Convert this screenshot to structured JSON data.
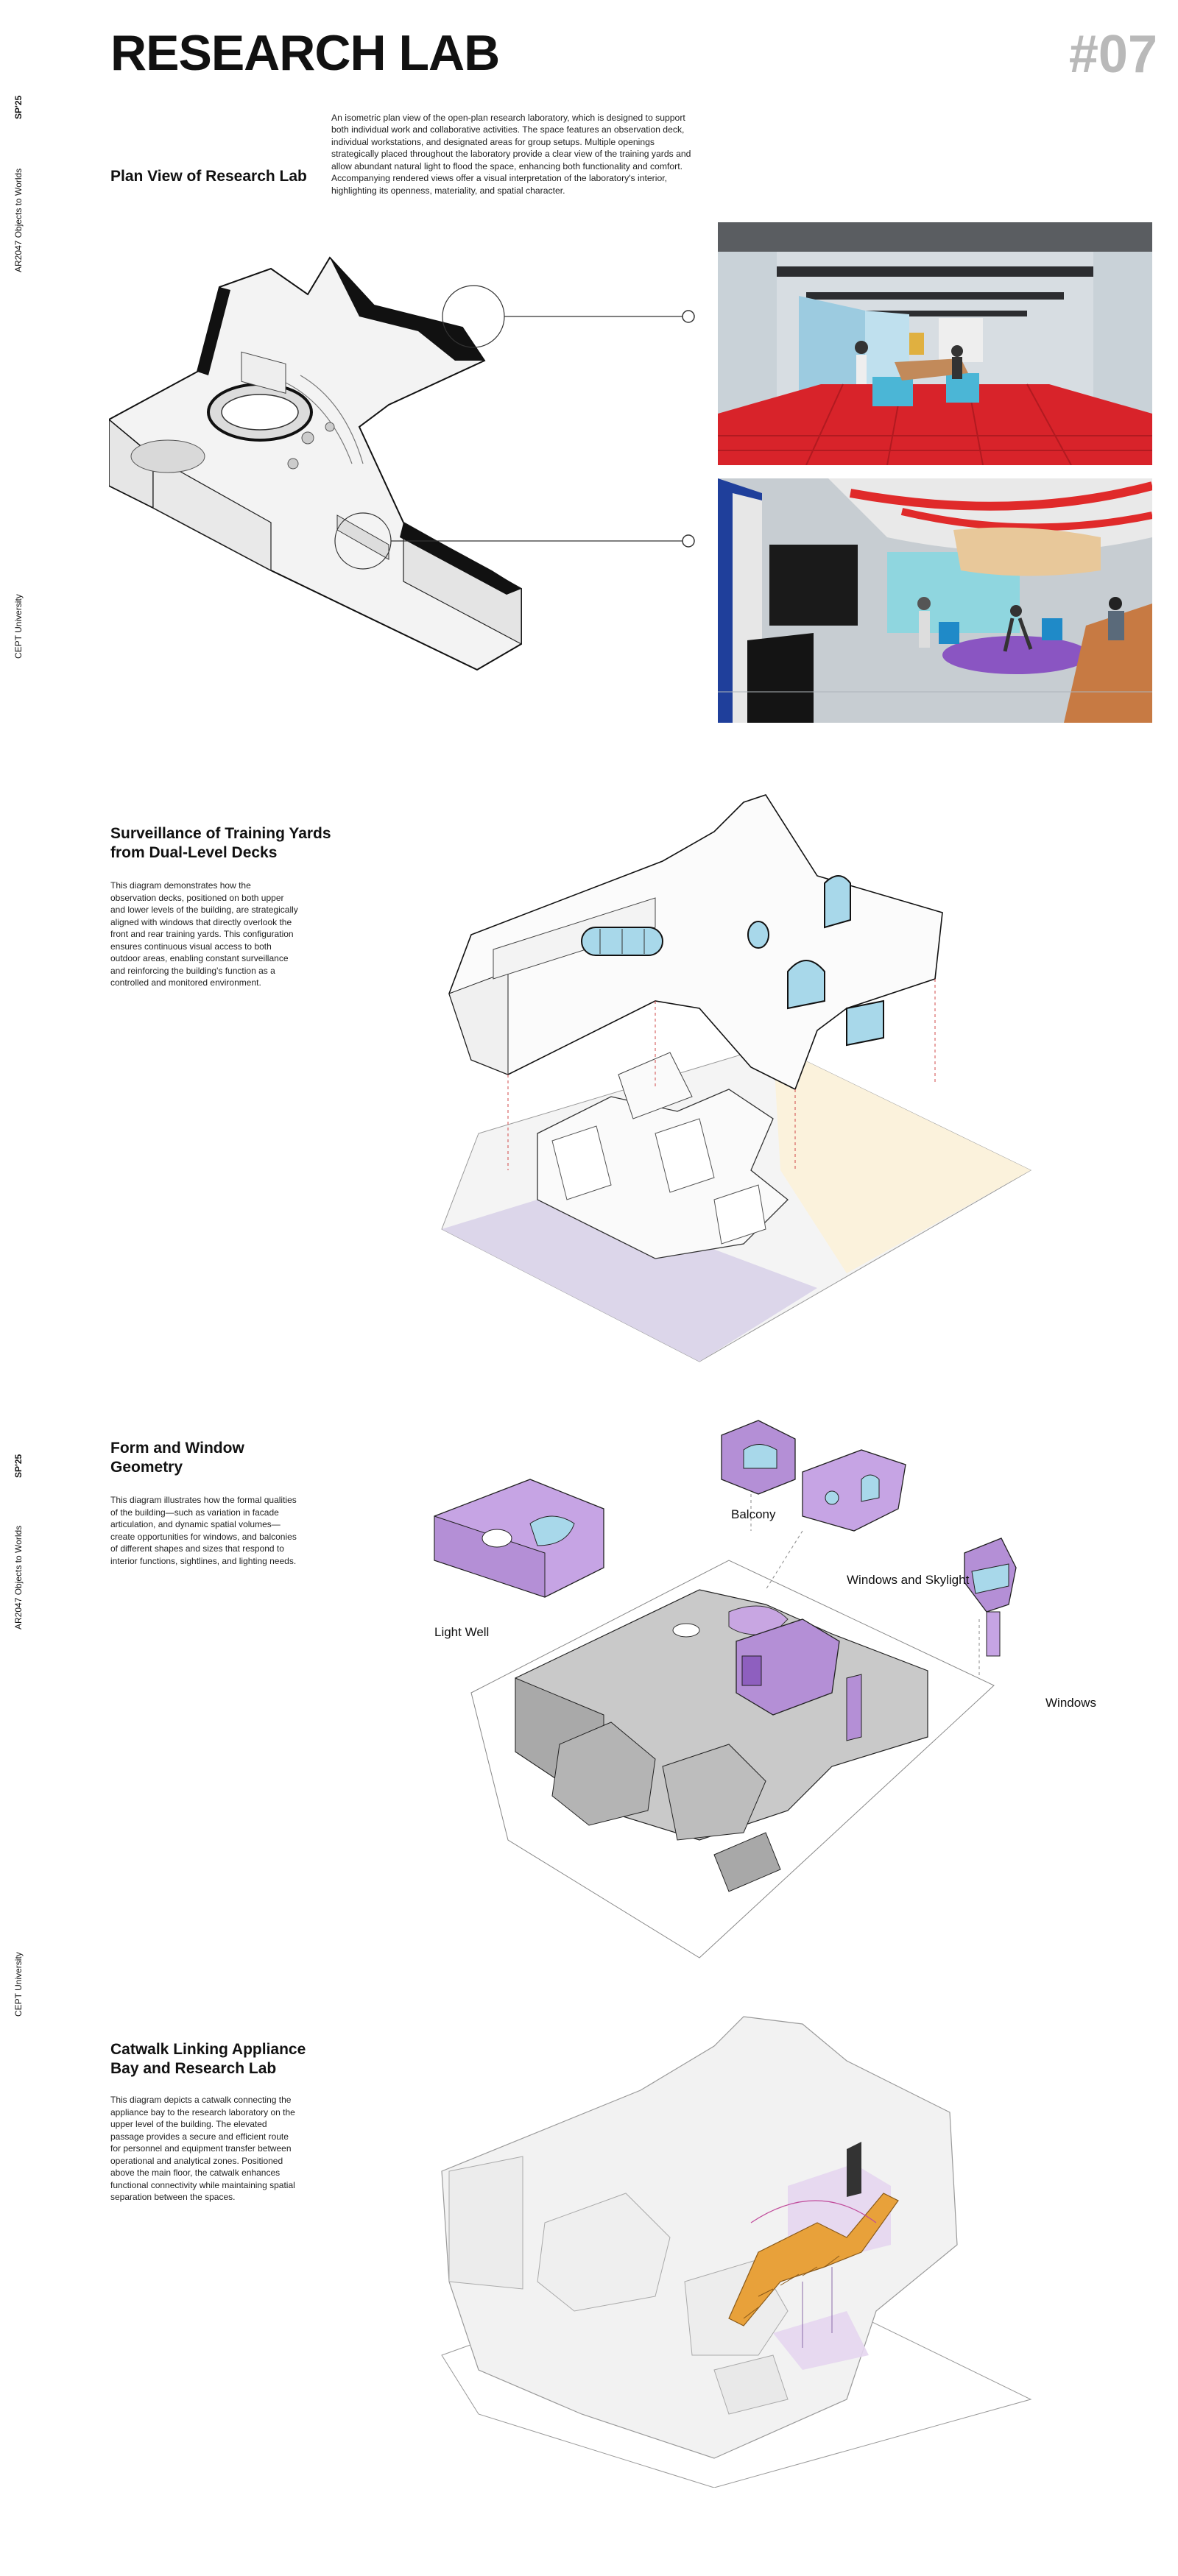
{
  "sidebar": {
    "code_top": "SP'25",
    "course_top": "AR2047 Objects to Worlds",
    "university_top": "CEPT University",
    "code_bottom": "SP'25",
    "course_bottom": "AR2047 Objects to Worlds",
    "university_bottom": "CEPT University"
  },
  "header": {
    "title": "RESEARCH LAB",
    "page_number": "#07"
  },
  "intro": {
    "text": "An isometric plan view of the open-plan research laboratory, which is designed to support both individual work and collaborative activities. The space features an observation deck, individual workstations, and designated areas for group setups. Multiple openings strategically placed throughout the laboratory provide a clear view of the training yards and allow abundant natural light to flood the space, enhancing both functionality and comfort. Accompanying rendered views offer a visual interpretation of the laboratory's interior, highlighting its openness, materiality, and spatial character."
  },
  "sections": [
    {
      "title": "Plan View of Research Lab",
      "body": ""
    },
    {
      "title": "Surveillance of Training Yards from Dual-Level Decks",
      "body": "This diagram demonstrates how the observation decks, positioned on both upper and lower levels of the building, are strategically aligned with windows that directly overlook the front and rear training yards. This configuration ensures continuous visual access to both outdoor areas, enabling constant surveillance and reinforcing the building's function as a controlled and monitored environment."
    },
    {
      "title": "Form and Window Geometry",
      "body": "This diagram illustrates how the formal qualities of the building—such as variation in facade articulation, and dynamic spatial volumes—create opportunities for windows, and balconies of different shapes and sizes that respond to interior functions, sightlines, and lighting needs."
    },
    {
      "title": "Catwalk Linking Appliance Bay and Research Lab",
      "body": "This diagram depicts a catwalk connecting the appliance bay to the research laboratory on the upper level of the building. The elevated passage provides a secure and efficient route for personnel and equipment transfer between operational and analytical zones. Positioned above the main floor, the catwalk enhances functional connectivity while maintaining spatial separation between the spaces."
    }
  ],
  "diagram_labels": {
    "balcony": "Balcony",
    "windows_skylight": "Windows and Skylight",
    "light_well": "Light Well",
    "windows": "Windows"
  },
  "colors": {
    "accent_gray": "#b9b9b9",
    "purple": "#b48fd6",
    "window_blue": "#a8d8ea",
    "floor_red": "#d8232a",
    "catwalk_orange": "#e8a13a",
    "yard_lavender": "#dcd6ea",
    "yard_cream": "#fbf2dc"
  }
}
